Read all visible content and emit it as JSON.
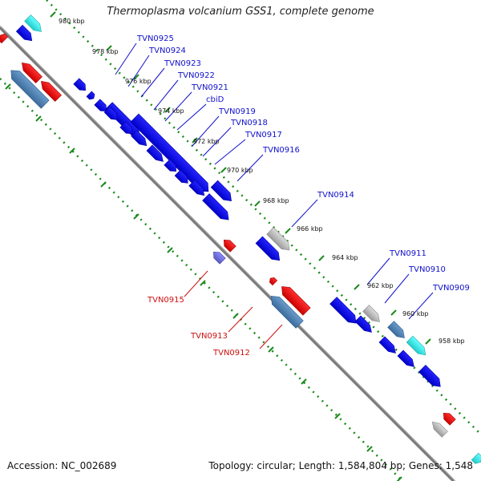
{
  "title": "Thermoplasma volcanium GSS1, complete genome",
  "footer": {
    "accession": "Accession: NC_002689",
    "topology": "Topology: circular; Length: 1,584,804 bp; Genes: 1,548"
  },
  "colors": {
    "backbone": "#7a7a7a",
    "tick_dots": "#1a8a1a",
    "forward_gene": "#0000ee",
    "reverse_gene": "#ee0000",
    "steel_gene": "#4a7fb0",
    "gray_gene": "#bbbbbb",
    "cyan_gene": "#33dddd",
    "forward_label": "#1010cc",
    "reverse_label": "#cc1010"
  },
  "scale_labels": [
    "980 kbp",
    "978 kbp",
    "976 kbp",
    "974 kbp",
    "972 kbp",
    "970 kbp",
    "968 kbp",
    "966 kbp",
    "964 kbp",
    "962 kbp",
    "960 kbp",
    "958 kbp"
  ],
  "forward_gene_labels": [
    "TVN0925",
    "TVN0924",
    "TVN0923",
    "TVN0922",
    "TVN0921",
    "cbiD",
    "TVN0919",
    "TVN0918",
    "TVN0917",
    "TVN0916",
    "TVN0914",
    "TVN0911",
    "TVN0910",
    "TVN0909"
  ],
  "reverse_gene_labels": [
    "TVN0915",
    "TVN0913",
    "TVN0912"
  ]
}
